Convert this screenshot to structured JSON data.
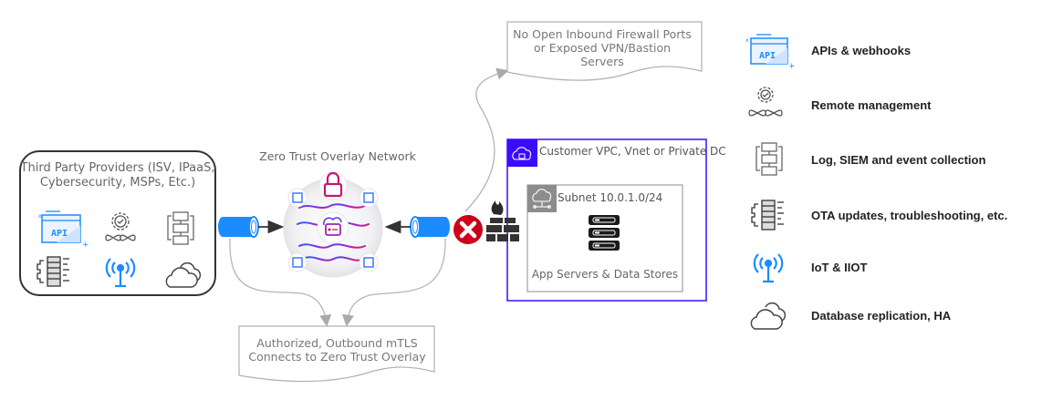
{
  "providers": {
    "title_line1": "Third Party Providers (ISV, IPaaS,",
    "title_line2": "Cybersecurity, MSPs, Etc.)",
    "icons": [
      "api-icon",
      "remote-management-icon",
      "log-collection-icon",
      "ota-server-icon",
      "iot-antenna-icon",
      "cloud-icon"
    ]
  },
  "overlay": {
    "title": "Zero Trust Overlay Network"
  },
  "notes": {
    "top_line1": "No Open Inbound Firewall Ports",
    "top_line2": "or Exposed VPN/Bastion Servers",
    "bottom_line1": "Authorized, Outbound mTLS",
    "bottom_line2": "Connects to Zero Trust Overlay"
  },
  "vpc": {
    "label": "Customer VPC, Vnet or Private DC",
    "subnet_label": "Subnet 10.0.1.0/24",
    "servers_label": "App Servers & Data Stores"
  },
  "legend": [
    {
      "icon": "api-icon",
      "label": "APIs & webhooks"
    },
    {
      "icon": "remote-management-icon",
      "label": "Remote management"
    },
    {
      "icon": "log-collection-icon",
      "label": "Log, SIEM and event collection"
    },
    {
      "icon": "ota-server-icon",
      "label": "OTA updates, troubleshooting, etc."
    },
    {
      "icon": "iot-antenna-icon",
      "label": "IoT & IIOT"
    },
    {
      "icon": "cloud-icon",
      "label": "Database replication, HA"
    }
  ],
  "colors": {
    "accent_blue": "#1a8cff",
    "vpc_purple": "#3b0bff",
    "blocked_red": "#d0021b",
    "subnet_gray": "#8c8c8c",
    "line_gray": "#b0b0b0"
  }
}
